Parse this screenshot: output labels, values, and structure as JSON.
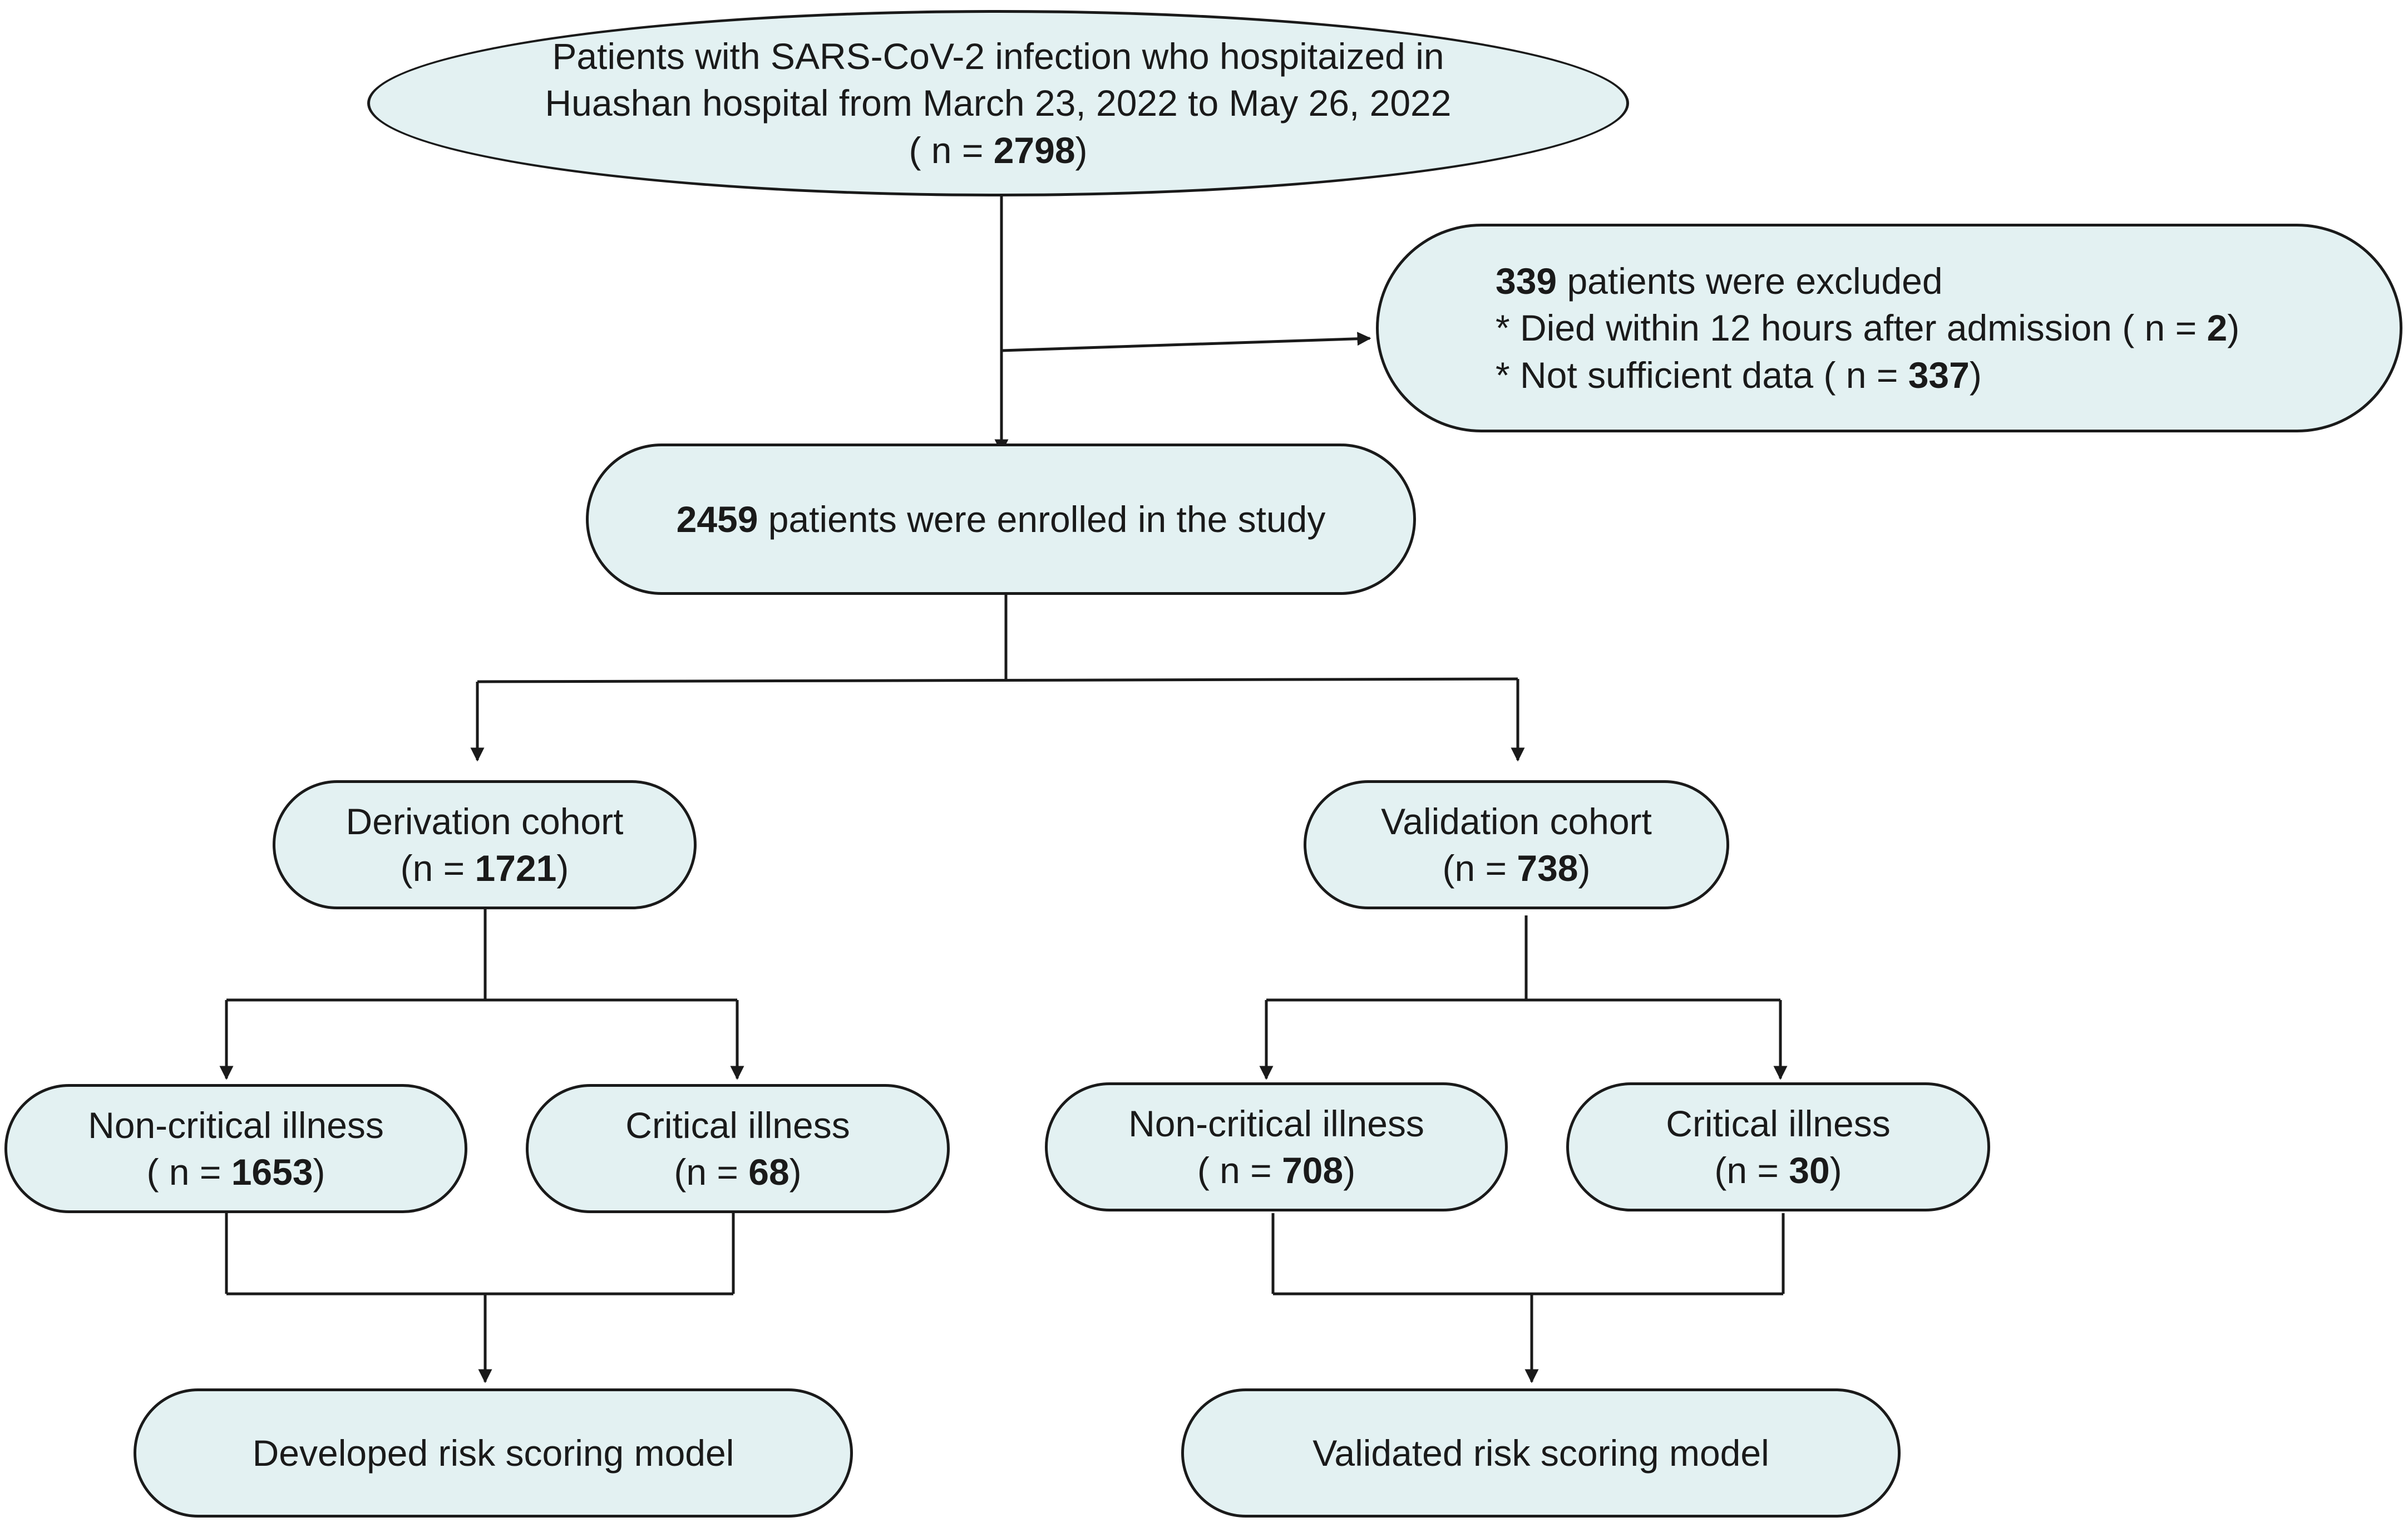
{
  "source": {
    "line1": "Patients with SARS-CoV-2 infection who hospitaized in",
    "line2": "Huashan hospital from March 23, 2022 to May 26, 2022",
    "n_prefix": "( n = ",
    "n_value": "2798",
    "n_suffix": ")"
  },
  "excluded": {
    "count": "339",
    "title_suffix": " patients were excluded",
    "reason1_text": "* Died within 12 hours after admission ( n = ",
    "reason1_value": "2",
    "reason1_suffix": ")",
    "reason2_text": "* Not sufficient data ( n = ",
    "reason2_value": "337",
    "reason2_suffix": ")"
  },
  "enrolled": {
    "count": "2459",
    "label": " patients  were enrolled in the study"
  },
  "derivation": {
    "title": "Derivation cohort",
    "n_prefix": "(n = ",
    "n_value": "1721",
    "n_suffix": ")",
    "noncritical": {
      "title": "Non-critical illness",
      "n_prefix": "( n = ",
      "n_value": "1653",
      "n_suffix": ")"
    },
    "critical": {
      "title": "Critical illness",
      "n_prefix": "(n = ",
      "n_value": "68",
      "n_suffix": ")"
    },
    "result": "Developed risk scoring model"
  },
  "validation": {
    "title": "Validation cohort",
    "n_prefix": "(n = ",
    "n_value": "738",
    "n_suffix": ")",
    "noncritical": {
      "title": "Non-critical illness",
      "n_prefix": "( n = ",
      "n_value": "708",
      "n_suffix": ")"
    },
    "critical": {
      "title": "Critical illness",
      "n_prefix": "(n = ",
      "n_value": "30",
      "n_suffix": ")"
    },
    "result": "Validated risk scoring model"
  },
  "colors": {
    "node_fill": "#e3f1f2",
    "stroke": "#1a1a1a"
  }
}
